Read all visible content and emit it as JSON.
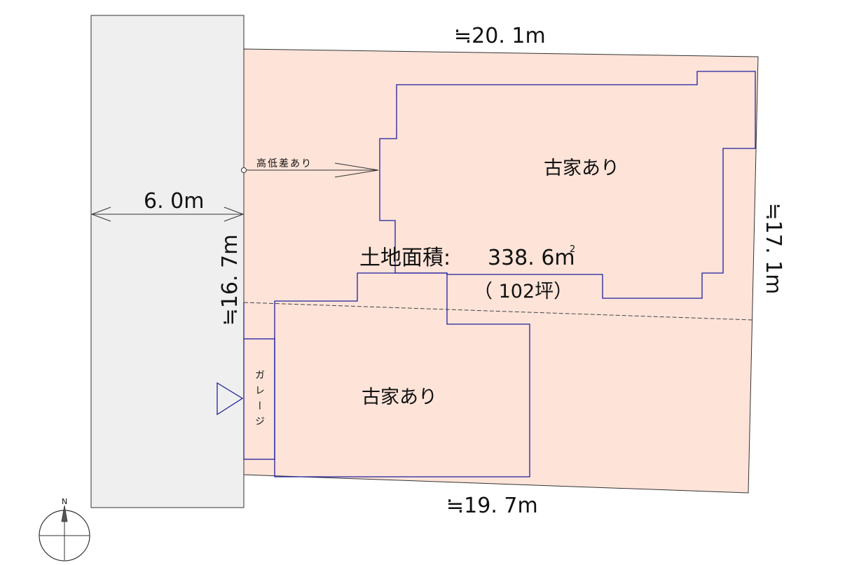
{
  "dimensions": {
    "top_width": "≒20. 1m",
    "bottom_width": "≒19. 7m",
    "left_depth": "≒16. 7m",
    "right_depth": "≒17. 1m",
    "road_width": "6. 0m"
  },
  "notes": {
    "level_difference": "高低差あり",
    "garage": "ガレージ",
    "house_upper": "古家あり",
    "house_lower": "古家あり"
  },
  "area": {
    "label": "土地面積:",
    "value": "338. 6m",
    "superscript": "2",
    "tsubo": "（ 102坪）"
  },
  "compass": {
    "north_label": "N"
  },
  "colors": {
    "lot_fill": "#fde3d8",
    "road_fill": "#efefef",
    "building_outline": "#2020a0",
    "line": "#333333"
  }
}
